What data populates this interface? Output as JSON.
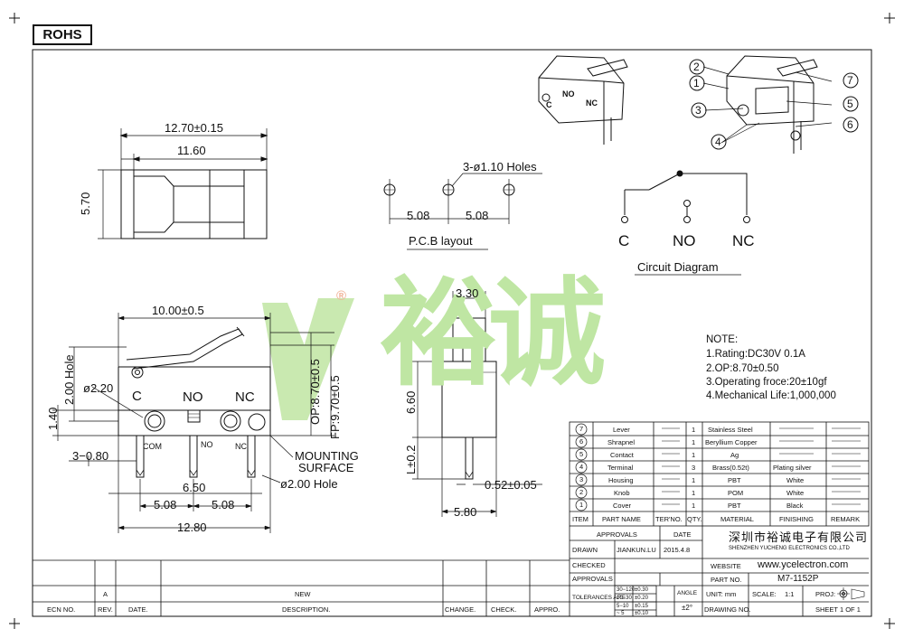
{
  "header": {
    "rohs": "ROHS"
  },
  "watermark": {
    "chars": "裕诚",
    "registered": "®"
  },
  "top_view": {
    "overall_width": "12.70±0.15",
    "inner_width": "11.60",
    "height": "5.70"
  },
  "pcb_layout": {
    "holes_note": "3-ø1.10 Holes",
    "pitch_1": "5.08",
    "pitch_2": "5.08",
    "title": "P.C.B layout"
  },
  "circuit": {
    "c": "C",
    "no": "NO",
    "nc": "NC",
    "title": "Circuit Diagram"
  },
  "front_view": {
    "length": "10.00±0.5",
    "lever_dia": "ø2.20",
    "c_label": "C",
    "no_label": "NO",
    "nc_label": "NC",
    "dim_140": "1.40",
    "hole_label": "2.00 Hole",
    "dim_3_080": "3−0.80",
    "op": "OP:8.70±0.5",
    "fp": "FP:9.70±0.5",
    "com": "COM",
    "no_small": "NO",
    "nc_small": "NC",
    "mounting": "MOUNTING",
    "surface": "SURFACE",
    "hole_200": "ø2.00  Hole",
    "dim_650": "6.50",
    "pitch_a": "5.08",
    "pitch_b": "5.08",
    "overall": "12.80"
  },
  "side_view": {
    "width_top": "3.30",
    "height": "6.60",
    "terminal": "L±0.2",
    "pin": "0.52±0.05",
    "width": "5.80"
  },
  "callouts": [
    "1",
    "2",
    "3",
    "4",
    "5",
    "6",
    "7"
  ],
  "iso_labels": {
    "c": "C",
    "no": "NO",
    "nc": "NC"
  },
  "notes": {
    "title": "NOTE:",
    "lines": [
      "1.Rating:DC30V  0.1A",
      "2.OP:8.70±0.50",
      "3.Operating  froce:20±10gf",
      "4.Mechanical  Life:1,000,000"
    ]
  },
  "bom": {
    "headers": [
      "ITEM",
      "PART NAME",
      "TER'NO.",
      "QTY.",
      "MATERIAL",
      "FINISHING",
      "REMARK"
    ],
    "rows": [
      {
        "item": "7",
        "name": "Lever",
        "qty": "1",
        "material": "Stainless Steel",
        "finishing": ""
      },
      {
        "item": "6",
        "name": "Shrapnel",
        "qty": "1",
        "material": "Beryllium Copper",
        "finishing": ""
      },
      {
        "item": "5",
        "name": "Contact",
        "qty": "1",
        "material": "Ag",
        "finishing": ""
      },
      {
        "item": "4",
        "name": "Terminal",
        "qty": "3",
        "material": "Brass(0.52t)",
        "finishing": "Plating silver"
      },
      {
        "item": "3",
        "name": "Housing",
        "qty": "1",
        "material": "PBT",
        "finishing": "White"
      },
      {
        "item": "2",
        "name": "Knob",
        "qty": "1",
        "material": "POM",
        "finishing": "White"
      },
      {
        "item": "1",
        "name": "Cover",
        "qty": "1",
        "material": "PBT",
        "finishing": "Black"
      }
    ]
  },
  "title_block": {
    "approvals": "APPROVALS",
    "date": "DATE",
    "drawn": "DRAWN",
    "drawn_by": "JIANKUN.LU",
    "drawn_date": "2015.4.8",
    "checked": "CHECKED",
    "approvals2": "APPROVALS",
    "company_cn": "深圳市裕诚电子有限公司",
    "company_en": "SHENZHEN YUCHENG ELECTRONICS CO.,LTD",
    "website_label": "WEBSITE",
    "website": "www.ycelectron.com",
    "part_label": "PART NO.",
    "part_no": "M7-1152P",
    "tolerances": "TOLERANCES ARE",
    "tol_ranges": [
      "30−120",
      "10−30",
      "5−10",
      "~ 5"
    ],
    "tol_vals": [
      "±0.30",
      "±0.20",
      "±0.15",
      "±0.10"
    ],
    "angle": "ANGLE",
    "angle_val": "±2°",
    "unit": "UNIT:  mm",
    "scale": "SCALE:",
    "scale_val": "1:1",
    "proj": "PROJ:",
    "drawing_no": "DRAWING NO.",
    "sheet": "SHEET   1  OF  1"
  },
  "revision": {
    "rev_a": "A",
    "new": "NEW",
    "ecn": "ECN NO.",
    "rev": "REV.",
    "date": "DATE.",
    "description": "DESCRIPTION.",
    "change": "CHANGE.",
    "check": "CHECK.",
    "appro": "APPRO."
  }
}
